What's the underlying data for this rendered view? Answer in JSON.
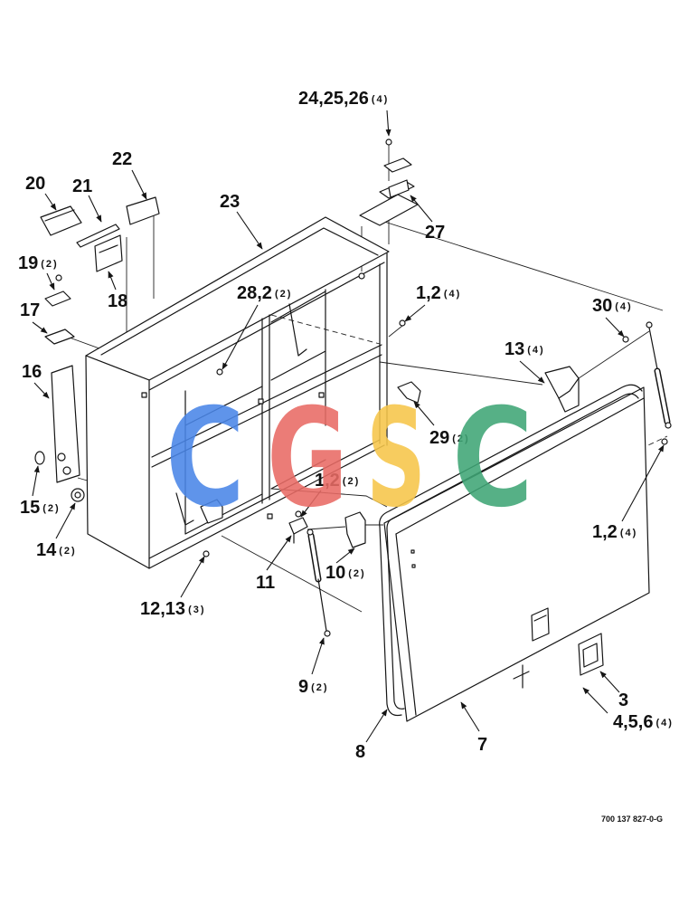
{
  "watermark": {
    "letters": [
      "C",
      "G",
      "S",
      "C"
    ],
    "colors": [
      "#4a86e8",
      "#e96b65",
      "#f6c64a",
      "#3fa676"
    ]
  },
  "drawing_code": "700 137 827-0-G",
  "callouts": [
    {
      "num": "24,25,26",
      "qty": "(4)"
    },
    {
      "num": "20"
    },
    {
      "num": "21"
    },
    {
      "num": "22"
    },
    {
      "num": "23"
    },
    {
      "num": "27"
    },
    {
      "num": "19",
      "qty": "(2)"
    },
    {
      "num": "18"
    },
    {
      "num": "17"
    },
    {
      "num": "28,2",
      "qty": "(2)"
    },
    {
      "num": "1,2",
      "qty": "(4)"
    },
    {
      "num": "30",
      "qty": "(4)"
    },
    {
      "num": "13",
      "qty": "(4)"
    },
    {
      "num": "16"
    },
    {
      "num": "29",
      "qty": "(2)"
    },
    {
      "num": "15",
      "qty": "(2)"
    },
    {
      "num": "1,2",
      "qty": "(2)"
    },
    {
      "num": "14",
      "qty": "(2)"
    },
    {
      "num": "1,2",
      "qty": "(4)"
    },
    {
      "num": "11"
    },
    {
      "num": "10",
      "qty": "(2)"
    },
    {
      "num": "12,13",
      "qty": "(3)"
    },
    {
      "num": "9",
      "qty": "(2)"
    },
    {
      "num": "3"
    },
    {
      "num": "4,5,6",
      "qty": "(4)"
    },
    {
      "num": "8"
    },
    {
      "num": "7"
    }
  ]
}
